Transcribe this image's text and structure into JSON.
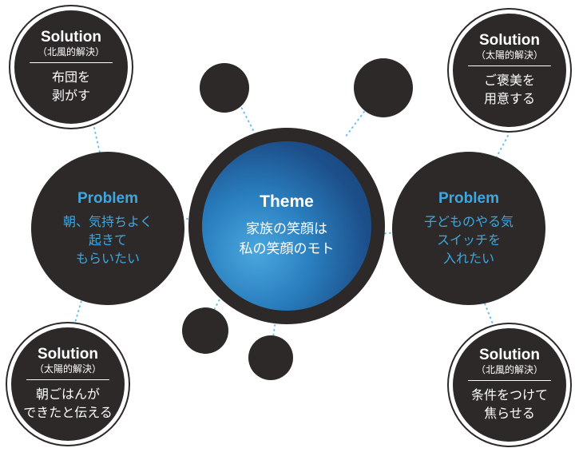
{
  "theme": {
    "title": "Theme",
    "lines": [
      "家族の笑顔は",
      "私の笑顔のモト"
    ]
  },
  "problems": [
    {
      "title": "Problem",
      "lines": [
        "朝、気持ちよく",
        "起きて",
        "もらいたい"
      ]
    },
    {
      "title": "Problem",
      "lines": [
        "子どものやる気",
        "スイッチを",
        "入れたい"
      ]
    }
  ],
  "solutions": [
    {
      "title": "Solution",
      "subtitle": "（北風的解決）",
      "lines": [
        "布団を",
        "剥がす"
      ]
    },
    {
      "title": "Solution",
      "subtitle": "（太陽的解決）",
      "lines": [
        "ご褒美を",
        "用意する"
      ]
    },
    {
      "title": "Solution",
      "subtitle": "（太陽的解決）",
      "lines": [
        "朝ごはんが",
        "できたと伝える"
      ]
    },
    {
      "title": "Solution",
      "subtitle": "（北風的解決）",
      "lines": [
        "条件をつけて",
        "焦らせる"
      ]
    }
  ],
  "colors": {
    "node_dark": "#2d2929",
    "accent_blue": "#3ea7df",
    "theme_gradient_light": "#4aa7dd",
    "theme_gradient_dark": "#163e72",
    "connector": "#6cc0ea"
  }
}
